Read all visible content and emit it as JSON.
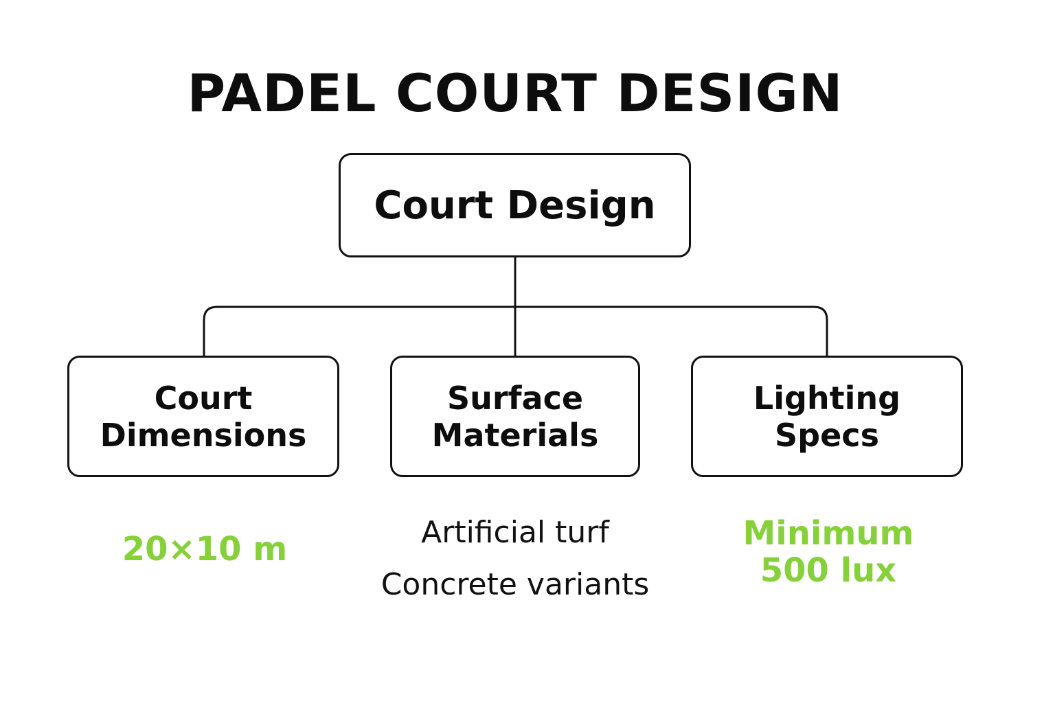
{
  "title": "PADEL COURT DESIGN",
  "root": {
    "label": "Court Design"
  },
  "children": [
    {
      "label_lines": [
        "Court",
        "Dimensions"
      ],
      "detail_lines": [
        "20×10 m"
      ]
    },
    {
      "label_lines": [
        "Surface",
        "Materials"
      ],
      "detail_lines": [
        "Artificial turf",
        "Concrete variants"
      ]
    },
    {
      "label_lines": [
        "Lighting",
        "Specs"
      ],
      "detail_lines": [
        "Minimum",
        "500 lux"
      ]
    }
  ],
  "colors": {
    "accent_green": "#86d03a",
    "text_dark": "#0d0d0d",
    "border": "#111111",
    "background": "#ffffff"
  }
}
